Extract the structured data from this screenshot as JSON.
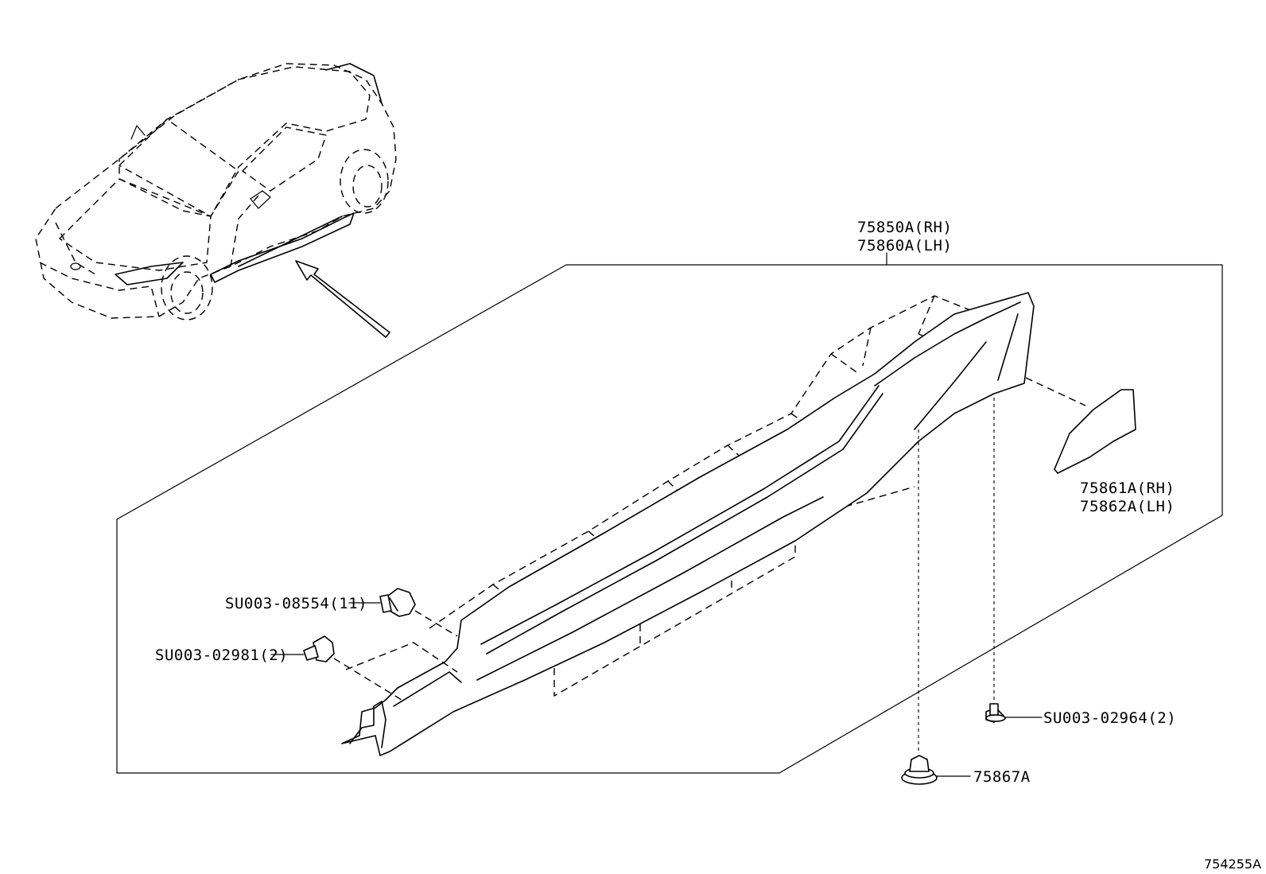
{
  "diagram": {
    "labels": {
      "rocker_rh": "75850A(RH)",
      "rocker_lh": "75860A(LH)",
      "extension_rh": "75861A(RH)",
      "extension_lh": "75862A(LH)",
      "clip_a": "SU003-08554(11)",
      "clip_b": "SU003-02981(2)",
      "clip_c": "SU003-02964(2)",
      "grommet": "75867A"
    },
    "figure_id": "754255A"
  }
}
